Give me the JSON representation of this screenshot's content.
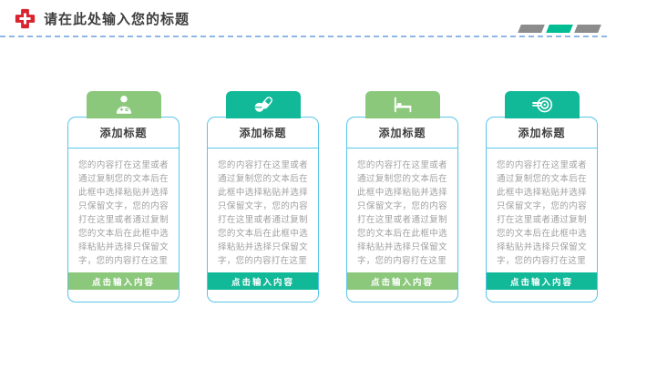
{
  "header": {
    "logo_icon": "medical-cross-icon",
    "title": "请在此处输入您的标题",
    "decor_blocks": [
      {
        "color": "blockGray"
      },
      {
        "color": "blockGreen"
      },
      {
        "color": "blockGray"
      }
    ]
  },
  "cards": [
    {
      "icon": "doctor-icon",
      "accent": "green",
      "title": "添加标题",
      "body": "您的内容打在这里或者通过复制您的文本后在此框中选择粘贴并选择只保留文字，您的内容打在这里或者通过复制您的文本后在此框中选择粘贴并选择只保留文字，您的内容打在这里",
      "button_label": "点击输入内容"
    },
    {
      "icon": "pills-icon",
      "accent": "teal",
      "title": "添加标题",
      "body": "您的内容打在这里或者通过复制您的文本后在此框中选择粘贴并选择只保留文字，您的内容打在这里或者通过复制您的文本后在此框中选择粘贴并选择只保留文字，您的内容打在这里",
      "button_label": "点击输入内容"
    },
    {
      "icon": "bed-icon",
      "accent": "green",
      "title": "添加标题",
      "body": "您的内容打在这里或者通过复制您的文本后在此框中选择粘贴并选择只保留文字，您的内容打在这里或者通过复制您的文本后在此框中选择粘贴并选择只保留文字，您的内容打在这里",
      "button_label": "点击输入内容"
    },
    {
      "icon": "mri-icon",
      "accent": "teal",
      "title": "添加标题",
      "body": "您的内容打在这里或者通过复制您的文本后在此框中选择粘贴并选择只保留文字，您的内容打在这里或者通过复制您的文本后在此框中选择粘贴并选择只保留文字，您的内容打在这里",
      "button_label": "点击输入内容"
    }
  ],
  "colors": {
    "green": "#8cc87c",
    "teal": "#12b998",
    "blockGray": "#8c8c8c",
    "blockGreen": "#00bd93",
    "cardBorder": "#58c6e9",
    "dash": "#8fb6e4",
    "titleText": "#3f3f3f",
    "bodyText": "#a0a0a0",
    "crossRed": "#d9232e"
  }
}
